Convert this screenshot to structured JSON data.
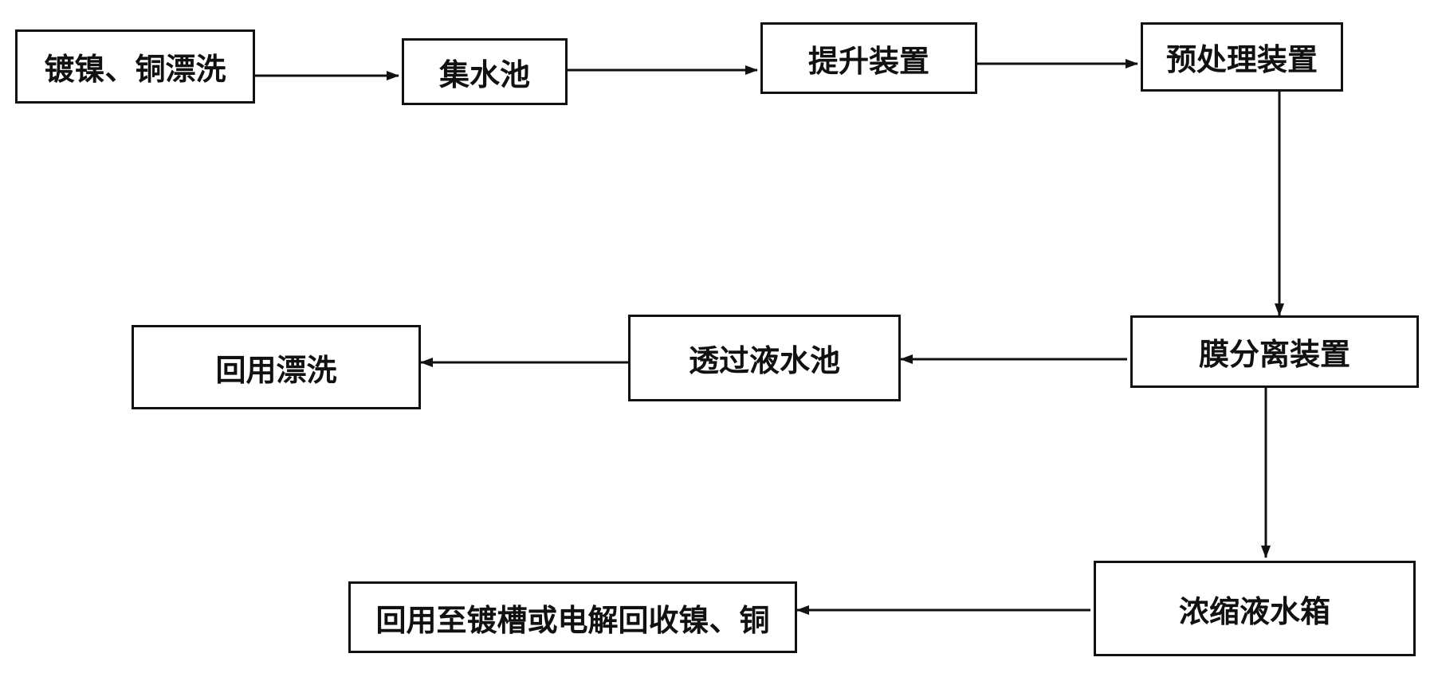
{
  "diagram": {
    "nodes": {
      "rinse": "镀镍、铜漂洗",
      "sump": "集水池",
      "lift": "提升装置",
      "pretreat": "预处理装置",
      "membrane": "膜分离装置",
      "permeate": "透过液水池",
      "reuse_rinse": "回用漂洗",
      "concentrate": "浓缩液水箱",
      "recover": "回用至镀槽或电解回收镍、铜"
    },
    "colors": {
      "line": "#111111",
      "box_border": "#111111",
      "background": "#ffffff"
    }
  }
}
